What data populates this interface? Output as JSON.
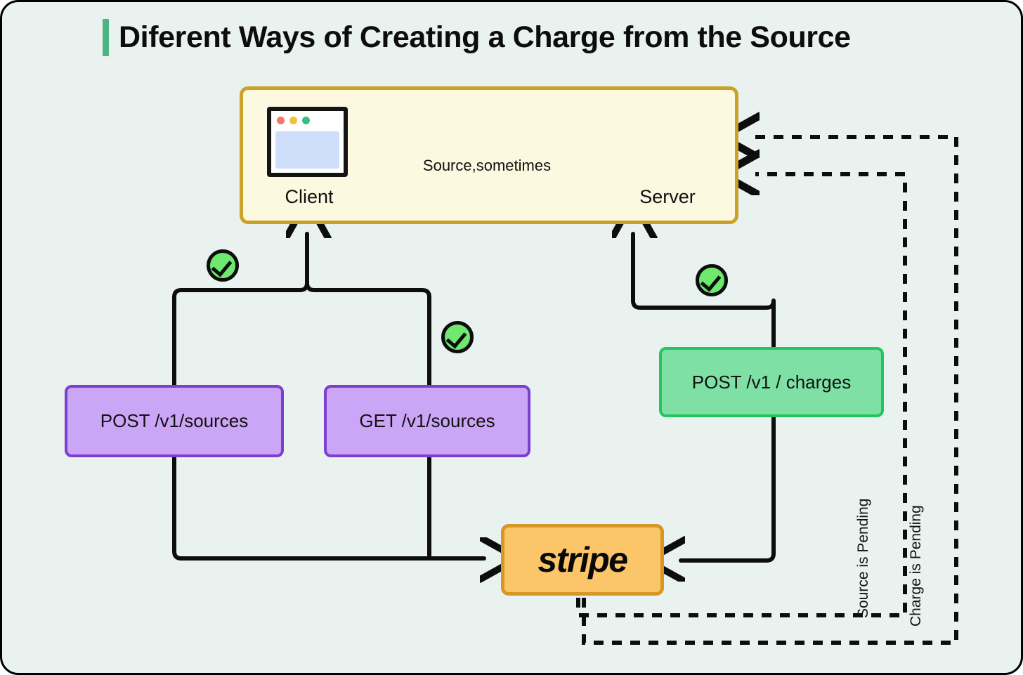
{
  "page": {
    "background_color": "#e9f2ef",
    "border_color": "#000000"
  },
  "title": {
    "text": "Diferent Ways of Creating a Charge from the Source",
    "accent_color": "#4cb382"
  },
  "client_server_group": {
    "background_color": "#fdf8e0",
    "border_color": "#c9a227",
    "client": {
      "label": "Client",
      "icon": "browser-window-icon",
      "titlebar_dots": [
        "#f4756e",
        "#f2c03e",
        "#35bf83"
      ],
      "viewport_color": "#cfdefa"
    },
    "server": {
      "label": "Server",
      "icon": "server-rack-icon",
      "top_color": "#f0a227",
      "led_color": "#22c55e",
      "unit_count": 3
    },
    "connection_label": "Source,sometimes"
  },
  "endpoints": [
    {
      "id": "post-sources",
      "label": "POST /v1/sources",
      "fill": "#cba6f7",
      "stroke": "#7c3fcf",
      "checked": true
    },
    {
      "id": "get-sources",
      "label": "GET /v1/sources",
      "fill": "#cba6f7",
      "stroke": "#7c3fcf",
      "checked": true
    },
    {
      "id": "post-charges",
      "label": "POST /v1 / charges",
      "fill": "#7fe0a5",
      "stroke": "#22c55e",
      "checked": true
    }
  ],
  "stripe": {
    "label": "stripe",
    "fill": "#fbc66a",
    "stroke": "#d69724"
  },
  "badges": {
    "check_fill": "#6ee86e",
    "check_stroke": "#0d0d0d",
    "count": 3
  },
  "feedback_flows": [
    {
      "id": "source-pending",
      "label": "Source is Pending",
      "style": "dashed",
      "direction": "to-server"
    },
    {
      "id": "charge-pending",
      "label": "Charge is Pending",
      "style": "dashed",
      "direction": "to-server"
    }
  ],
  "chart_data": {
    "type": "diagram",
    "title": "Diferent Ways of Creating a Charge from the Source",
    "nodes": [
      {
        "id": "client",
        "label": "Client",
        "kind": "actor"
      },
      {
        "id": "server",
        "label": "Server",
        "kind": "actor"
      },
      {
        "id": "post-sources",
        "label": "POST /v1/sources",
        "kind": "api"
      },
      {
        "id": "get-sources",
        "label": "GET /v1/sources",
        "kind": "api"
      },
      {
        "id": "post-charges",
        "label": "POST /v1 / charges",
        "kind": "api"
      },
      {
        "id": "stripe",
        "label": "stripe",
        "kind": "service"
      }
    ],
    "edges": [
      {
        "from": "client",
        "to": "server",
        "label": "Source,sometimes",
        "style": "solid"
      },
      {
        "from": "post-sources",
        "to": "stripe",
        "label": "",
        "style": "solid"
      },
      {
        "from": "get-sources",
        "to": "stripe",
        "label": "",
        "style": "solid"
      },
      {
        "from": "post-sources",
        "to": "client",
        "label": "",
        "style": "solid"
      },
      {
        "from": "get-sources",
        "to": "client",
        "label": "",
        "style": "solid"
      },
      {
        "from": "post-charges",
        "to": "server",
        "label": "",
        "style": "solid"
      },
      {
        "from": "post-charges",
        "to": "stripe",
        "label": "",
        "style": "solid"
      },
      {
        "from": "stripe",
        "to": "server",
        "label": "Source is Pending",
        "style": "dashed"
      },
      {
        "from": "stripe",
        "to": "server",
        "label": "Charge is Pending",
        "style": "dashed"
      }
    ]
  }
}
